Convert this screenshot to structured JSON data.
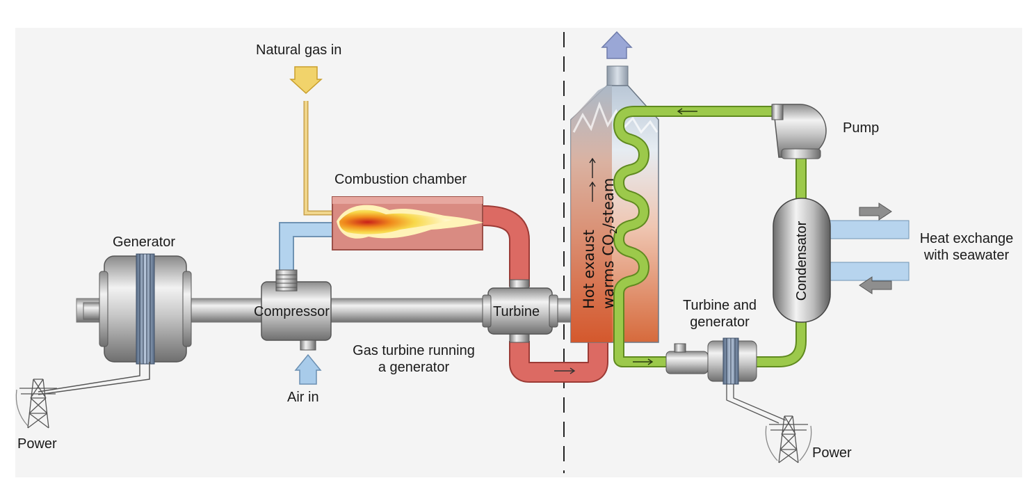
{
  "labels": {
    "natural_gas_in": "Natural gas in",
    "combustion_chamber": "Combustion chamber",
    "generator": "Generator",
    "compressor": "Compressor",
    "turbine": "Turbine",
    "gas_turbine_line1": "Gas turbine running",
    "gas_turbine_line2": "a generator",
    "air_in": "Air in",
    "power_left": "Power",
    "hot_exhaust_line1": "Hot exaust",
    "hot_exhaust_line2_pre": "warms CO",
    "hot_exhaust_line2_sub": "2",
    "hot_exhaust_line2_post": "/steam",
    "pump": "Pump",
    "condensator": "Condensator",
    "heat_exchange_line1": "Heat exchange",
    "heat_exchange_line2": "with seawater",
    "turbine_gen_line1": "Turbine and",
    "turbine_gen_line2": "generator",
    "power_right": "Power"
  },
  "colors": {
    "background_panel": "#f3f3f3",
    "gas_pipe": "#e8c46a",
    "gas_arrow": "#f1d36b",
    "air_pipe": "#a9cbe6",
    "air_arrow": "#a8cbea",
    "hot_pipe": "#d9625c",
    "steam_loop": "#93c13c",
    "seawater_pipe": "#b7d4ee",
    "exhaust_arrow": "#9aa7d6",
    "metal": "#b8b8b8",
    "combustion_chamber": "#d9837b"
  }
}
